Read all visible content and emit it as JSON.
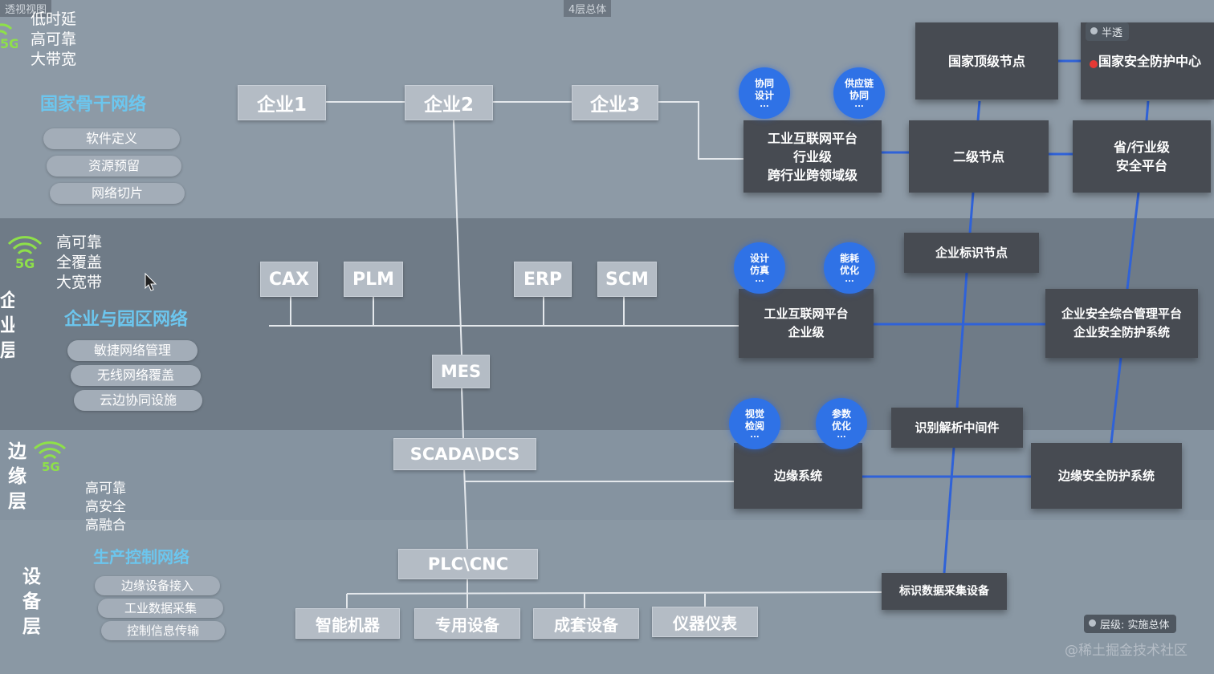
{
  "header": {
    "view_tab": "透视视图",
    "layer_tab": "4层总体"
  },
  "controls": {
    "semi_transparent": "半透",
    "level_select": "层级: 实施总体"
  },
  "watermark": "@稀土掘金技术社区",
  "layers": {
    "national": {
      "fiveg_label": "5G",
      "features": "低时延\n高可靠\n大带宽",
      "network_title": "国家骨干网络",
      "capabilities": [
        "软件定义",
        "资源预留",
        "网络切片"
      ]
    },
    "enterprise": {
      "layer_name": "企\n业\n层",
      "fiveg_label": "5G",
      "features": "高可靠\n全覆盖\n大宽带",
      "network_title": "企业与园区网络",
      "capabilities": [
        "敏捷网络管理",
        "无线网络覆盖",
        "云边协同设施"
      ]
    },
    "edge": {
      "layer_name": "边\n缘\n层",
      "fiveg_label": "5G",
      "features": "高可靠\n高安全\n高融合"
    },
    "device": {
      "layer_name": "设\n备\n层",
      "network_title": "生产控制网络",
      "capabilities": [
        "边缘设备接入",
        "工业数据采集",
        "控制信息传输"
      ]
    }
  },
  "nodes": {
    "enterprises": [
      "企业1",
      "企业2",
      "企业3"
    ],
    "apps": [
      "CAX",
      "PLM",
      "ERP",
      "SCM"
    ],
    "mes": "MES",
    "scada": "SCADA\\DCS",
    "plc": "PLC\\CNC",
    "devices": [
      "智能机器",
      "专用设备",
      "成套设备",
      "仪器仪表"
    ]
  },
  "platforms": {
    "national_top_node": "国家顶级节点",
    "national_security_center": "国家安全防护中心",
    "secondary_node": "二级节点",
    "industry_platform": "工业互联网平台\n行业级\n跨行业跨领域级",
    "provincial_security": "省/行业级\n安全平台",
    "enterprise_id_node": "企业标识节点",
    "enterprise_platform": "工业互联网平台\n企业级",
    "enterprise_security": "企业安全综合管理平台\n企业安全防护系统",
    "id_resolution_middleware": "识别解析中间件",
    "edge_system": "边缘系统",
    "edge_security": "边缘安全防护系统",
    "id_data_collector": "标识数据采集设备"
  },
  "bubbles": {
    "collab_design": "协同\n设计",
    "supply_chain": "供应链\n协同",
    "design_sim": "设计\n仿真",
    "energy_opt": "能耗\n优化",
    "visual_inspect": "视觉\n检阅",
    "param_opt": "参数\n优化",
    "more": "..."
  },
  "colors": {
    "accent_blue": "#2f72e6",
    "title_cyan": "#6cc6ee",
    "wifi_green": "#8ee04a",
    "dark_box": "#474b52",
    "light_box": "#b4bcc5"
  }
}
